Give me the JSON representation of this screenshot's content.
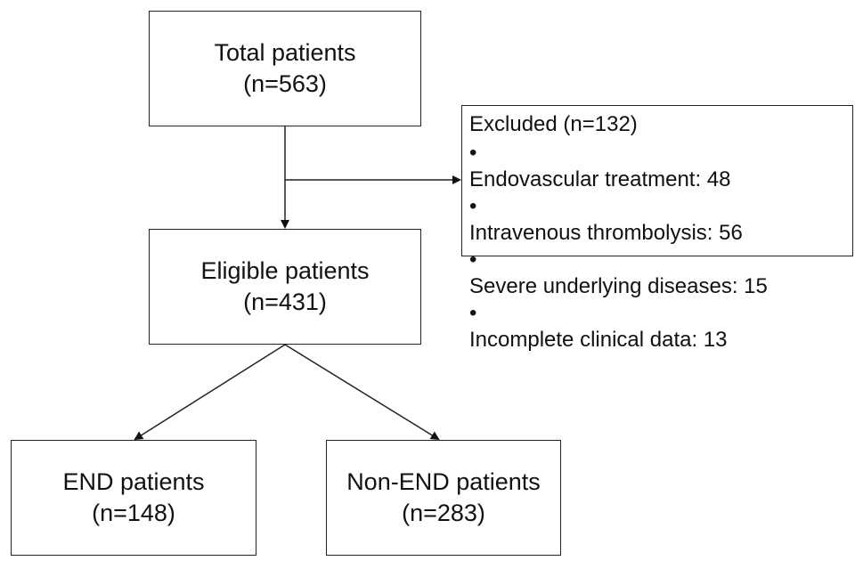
{
  "boxes": {
    "total": {
      "label": "Total patients",
      "count": "(n=563)"
    },
    "eligible": {
      "label": "Eligible patients",
      "count": "(n=431)"
    },
    "end": {
      "label": "END patients",
      "count": "(n=148)"
    },
    "non_end": {
      "label": "Non-END patients",
      "count": "(n=283)"
    }
  },
  "excluded": {
    "title": "Excluded (n=132)",
    "bullet": "•",
    "items": [
      "Endovascular treatment: 48",
      "Intravenous thrombolysis: 56",
      "Severe underlying diseases: 15",
      "Incomplete clinical data: 13"
    ]
  }
}
